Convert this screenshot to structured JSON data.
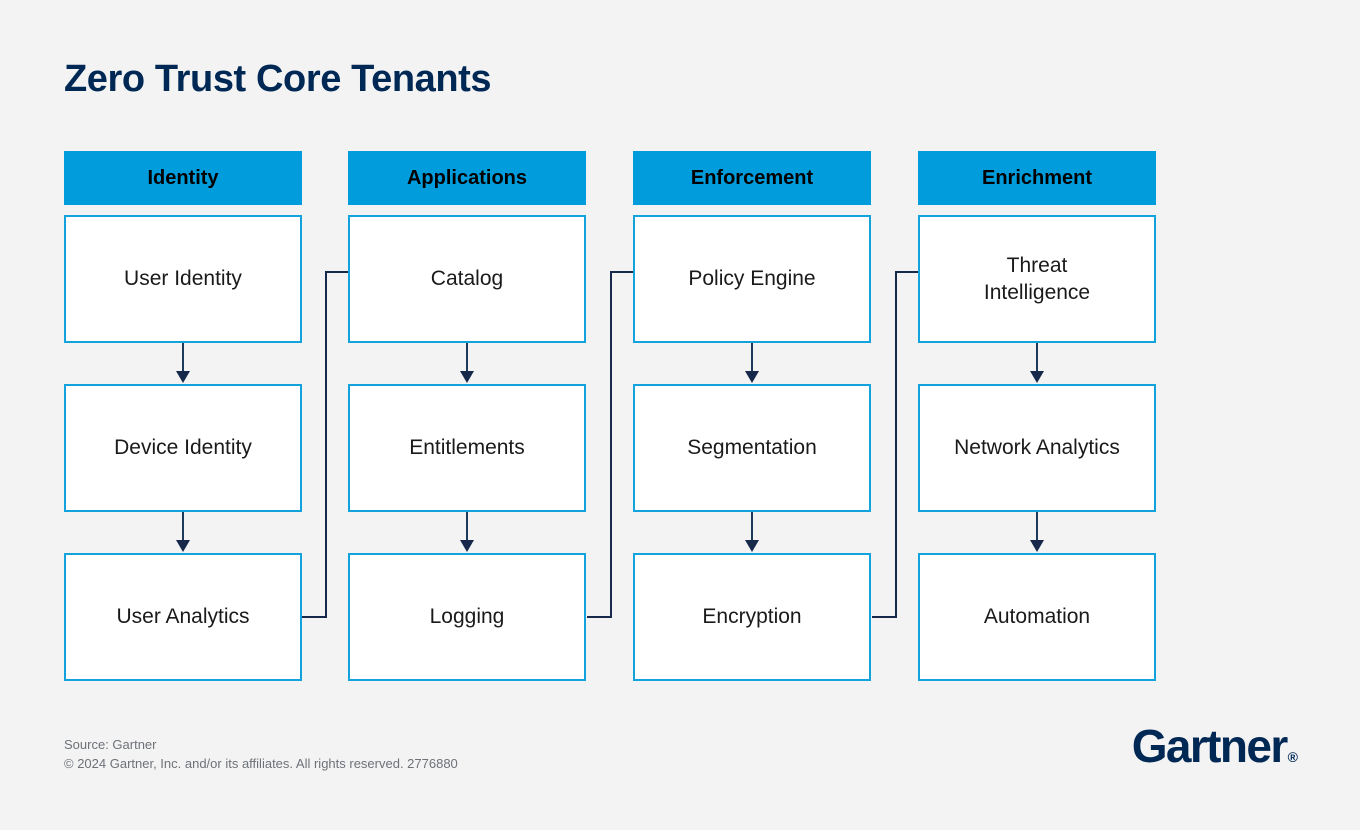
{
  "page": {
    "title": "Zero Trust Core Tenants",
    "background_color": "#F3F3F3",
    "title_color": "#002855",
    "header_color": "#009CDC",
    "box_border_color": "#13A3DC",
    "arrow_color": "#16294A"
  },
  "diagram": {
    "type": "flow-columns",
    "columns": [
      {
        "header": "Identity",
        "nodes": [
          "User Identity",
          "Device Identity",
          "User Analytics"
        ]
      },
      {
        "header": "Applications",
        "nodes": [
          "Catalog",
          "Entitlements",
          "Logging"
        ]
      },
      {
        "header": "Enforcement",
        "nodes": [
          "Policy Engine",
          "Segmentation",
          "Encryption"
        ]
      },
      {
        "header": "Enrichment",
        "nodes": [
          "Threat\nIntelligence",
          "Network Analytics",
          "Automation"
        ]
      }
    ],
    "connectors": [
      {
        "from": "User Analytics",
        "to": "Catalog"
      },
      {
        "from": "Logging",
        "to": "Policy Engine"
      },
      {
        "from": "Encryption",
        "to": "Threat Intelligence"
      }
    ]
  },
  "footer": {
    "source": "Source: Gartner",
    "copyright": "© 2024 Gartner, Inc. and/or its affiliates. All rights reserved. 2776880",
    "logo_word": "Gartner",
    "logo_tm": "®"
  }
}
